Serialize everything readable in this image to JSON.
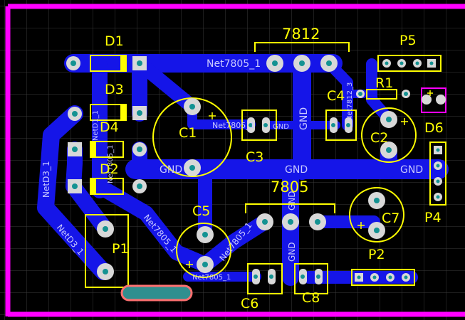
{
  "pcb": {
    "colors": {
      "background": "#000000",
      "grid": "#3a3a3a",
      "outline": "#ff00ff",
      "copper": "#1515e8",
      "silkscreen": "#ffff00",
      "pad": "#d8d8d8",
      "via_hole": "#139292",
      "net_label": "#c8c8ff",
      "keepout_slot": "#2f8f8f",
      "keepout_border": "#ff7070"
    },
    "designators": {
      "D1": "D1",
      "D3": "D3",
      "D4": "D4",
      "D2": "D2",
      "C1": "C1",
      "C3": "C3",
      "C4": "C4",
      "C2": "C2",
      "C5": "C5",
      "C6": "C6",
      "C7": "C7",
      "C8": "C8",
      "R1": "R1",
      "D6": "D6",
      "P1": "P1",
      "P2": "P2",
      "P4": "P4",
      "P5": "P5",
      "U7812": "7812",
      "U7805": "7805"
    },
    "net_labels": {
      "net7805_1_top": "Net7805_1",
      "net7805_1_c1": "Net7805_1",
      "gnd_c3": "GND",
      "gnd_c1": "GND",
      "gnd_7812": "GND",
      "gnd_main": "GND",
      "gnd_right": "GND",
      "gnd_7805_a": "GND",
      "gnd_7805_b": "GND",
      "netd1_1": "NetD1_1",
      "net7805_1_d2": "Net7805_1",
      "netd3_1_left": "NetD3_1",
      "netd3_1_p1": "NetD3_1",
      "net7805_1_diag": "Net7805_1",
      "net7805_1_c5": "Net7805_1",
      "net7805_1_bottom": "Net7805_1",
      "net7812_3": "Net7812_3"
    }
  }
}
